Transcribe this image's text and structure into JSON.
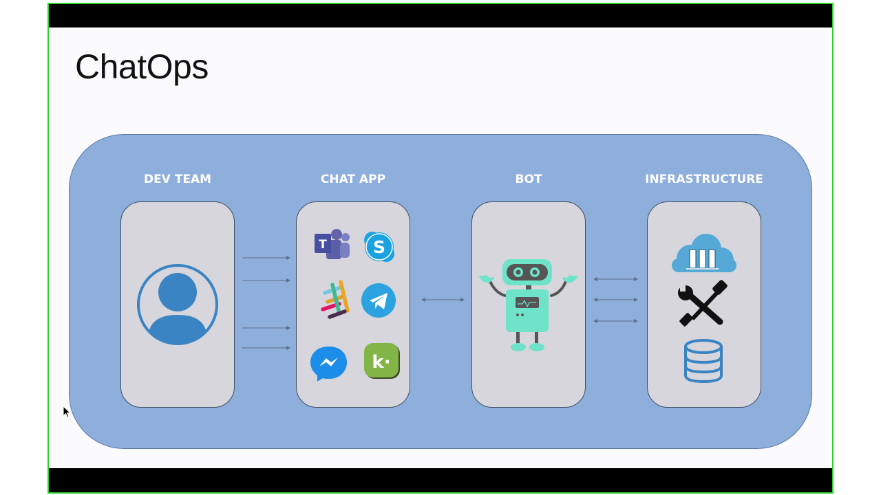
{
  "slide": {
    "title": "ChatOps"
  },
  "columns": [
    {
      "label": "DEV TEAM",
      "icons": [
        "user-avatar-icon"
      ]
    },
    {
      "label": "CHAT APP",
      "icons": [
        "microsoft-teams-icon",
        "skype-icon",
        "slack-icon",
        "telegram-icon",
        "messenger-icon",
        "kik-icon"
      ]
    },
    {
      "label": "BOT",
      "icons": [
        "robot-icon"
      ]
    },
    {
      "label": "INFRASTRUCTURE",
      "icons": [
        "cloud-server-icon",
        "tools-icon",
        "database-icon"
      ]
    }
  ],
  "icon_text": {
    "teams_letter": "T",
    "skype_letter": "S",
    "kik_letter": "k·"
  },
  "colors": {
    "frame_border": "#2ed12e",
    "panel": "#8eaedb",
    "card": "#d6d6dc",
    "user_icon": "#3a84c4",
    "robot": "#6ee3c9",
    "database": "#3a84c4",
    "cloud": "#56a9d6"
  }
}
